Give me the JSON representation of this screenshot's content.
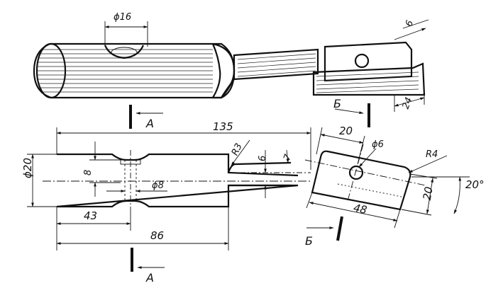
{
  "dimensions": {
    "top_hole_dia": "ϕ16",
    "total_length": "135",
    "radius_r3": "R3",
    "thickness_6": "6",
    "step_7": "7",
    "body_dia": "ϕ20",
    "slot_width": "8",
    "pin_dia": "ϕ8",
    "pos_43": "43",
    "len_86": "86",
    "plate_width_20": "20",
    "hole_dia_6": "ϕ6",
    "radius_r4": "R4",
    "plate_height_20": "20",
    "angle": "20°",
    "plate_length": "48",
    "iso_width_24": "24",
    "iso_thickness_6": "6"
  },
  "view_labels": {
    "section_a": "A",
    "section_b": "Б"
  }
}
